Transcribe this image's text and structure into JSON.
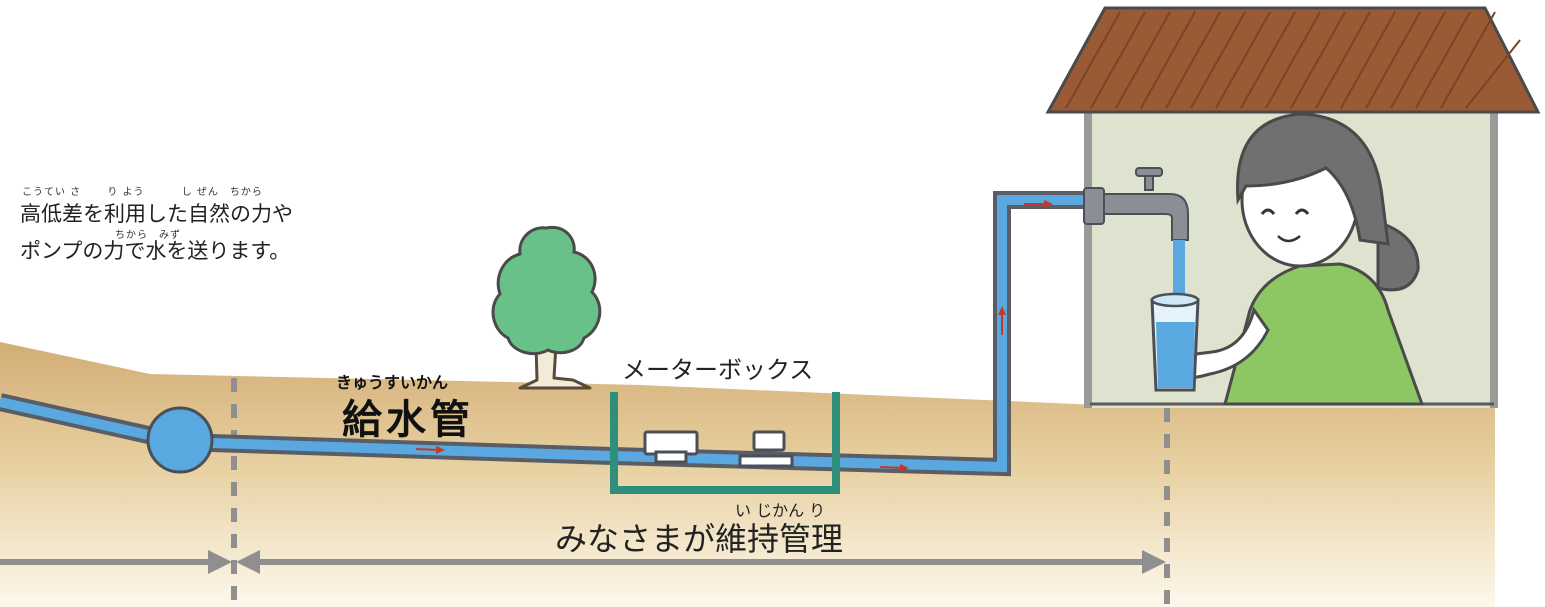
{
  "labels": {
    "description_line1": "高低差を利用した自然の力や",
    "description_line2": "ポンプの力で水を送ります。",
    "description_ruby1": "こうてい さ　　 り よう　　　 し ぜん　ちから",
    "description_ruby2": "ちから　みず",
    "pipe_ruby": "きゅうすいかん",
    "pipe_label": "給水管",
    "meter_box": "メーターボックス",
    "maintenance_ruby": "い じかん り",
    "maintenance_label": "みなさまが維持管理"
  },
  "colors": {
    "pipe": "#5aa8e0",
    "pipe_outline": "#595d66",
    "ground_top": "#d2ad76",
    "ground_bottom": "#fdf8ec",
    "meter_box": "#2f8f7a",
    "tree": "#69c18a",
    "roof": "#9a5a36",
    "house_wall": "#dde3cf",
    "flow_arrow": "#c0392b",
    "divider": "#8f8f8f",
    "shirt": "#8cc763",
    "hair": "#707070"
  },
  "icons": [
    "tree-icon",
    "faucet-icon",
    "glass-icon",
    "girl-icon",
    "house-icon",
    "valve-icon",
    "meter-icon",
    "flow-arrow-icon"
  ]
}
